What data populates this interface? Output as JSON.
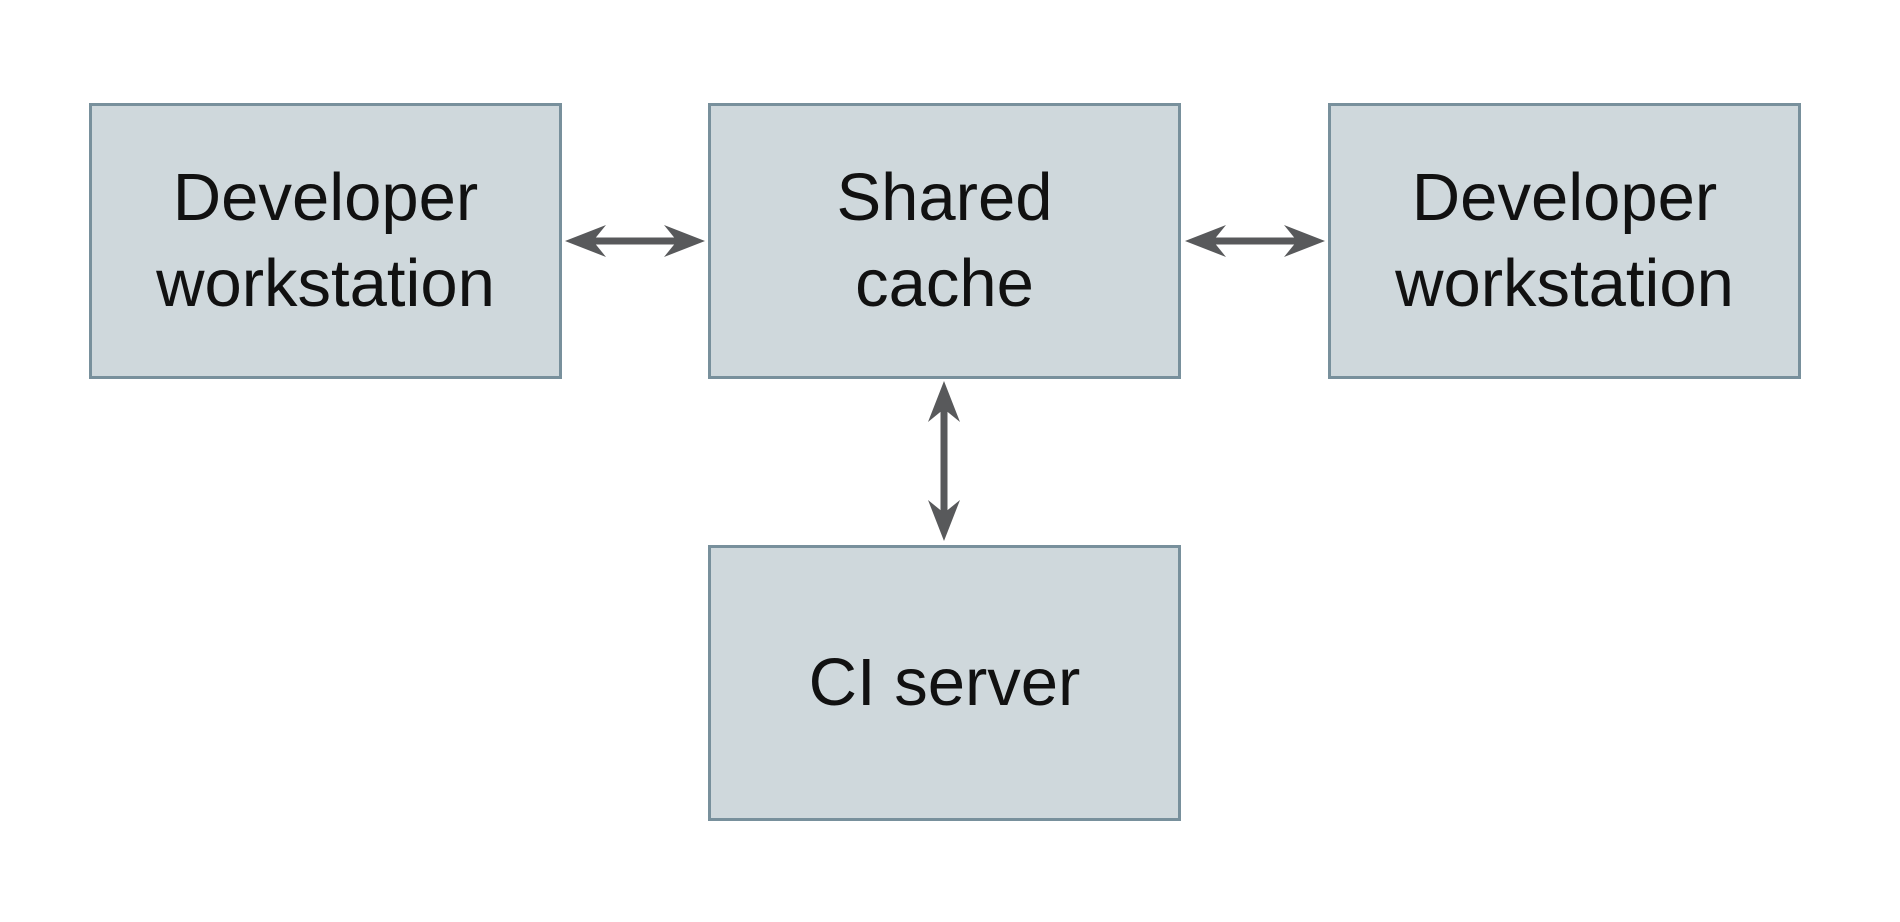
{
  "diagram": {
    "type": "architecture-diagram",
    "nodes": [
      {
        "id": "developer-workstation-left",
        "label": "Developer\nworkstation",
        "shape": "rectangle"
      },
      {
        "id": "shared-cache",
        "label": "Shared\ncache",
        "shape": "rectangle"
      },
      {
        "id": "developer-workstation-right",
        "label": "Developer\nworkstation",
        "shape": "rectangle"
      },
      {
        "id": "ci-server",
        "label": "CI server",
        "shape": "rectangle"
      }
    ],
    "edges": [
      {
        "from": "developer-workstation-left",
        "to": "shared-cache",
        "direction": "bidirectional"
      },
      {
        "from": "shared-cache",
        "to": "developer-workstation-right",
        "direction": "bidirectional"
      },
      {
        "from": "shared-cache",
        "to": "ci-server",
        "direction": "bidirectional"
      }
    ],
    "theme": {
      "background": "#ffffff",
      "node_fill": "#cfd8dc",
      "node_border": "#78909c",
      "arrow_color": "#58595b",
      "text_color": "#111111"
    }
  }
}
